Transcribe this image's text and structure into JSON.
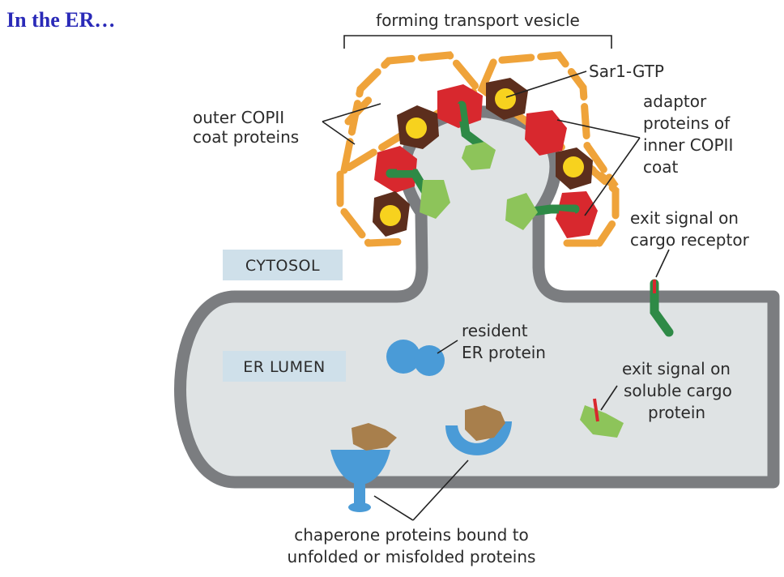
{
  "title": "In the ER…",
  "labels": {
    "forming_vesicle": "forming transport vesicle",
    "sar1": "Sar1-GTP",
    "outer_coat": [
      "outer COPII",
      "coat proteins"
    ],
    "adaptor": [
      "adaptor",
      "proteins of",
      "inner COPII",
      "coat"
    ],
    "exit_receptor": [
      "exit signal on",
      "cargo receptor"
    ],
    "cytosol": "CYTOSOL",
    "er_lumen": "ER LUMEN",
    "resident": [
      "resident",
      "ER protein"
    ],
    "exit_soluble": [
      "exit signal on",
      "soluble cargo",
      "protein"
    ],
    "chaperone": [
      "chaperone proteins bound to",
      "unfolded or misfolded proteins"
    ]
  },
  "colors": {
    "membrane": "#7b7d80",
    "lumen": "#dfe3e4",
    "label_box": "#cfe0ea",
    "coat_outer": "#efa33a",
    "adaptor_red": "#d8282e",
    "sar1_brown": "#5c2e1d",
    "sar1_yellow": "#f7d21e",
    "receptor_green": "#2e8a46",
    "cargo_lightgreen": "#8dc45a",
    "signal_red": "#d8282e",
    "resident_blue": "#4a9bd7",
    "misfolded_tan": "#a87f4c",
    "title_blue": "#2a2ab8"
  }
}
